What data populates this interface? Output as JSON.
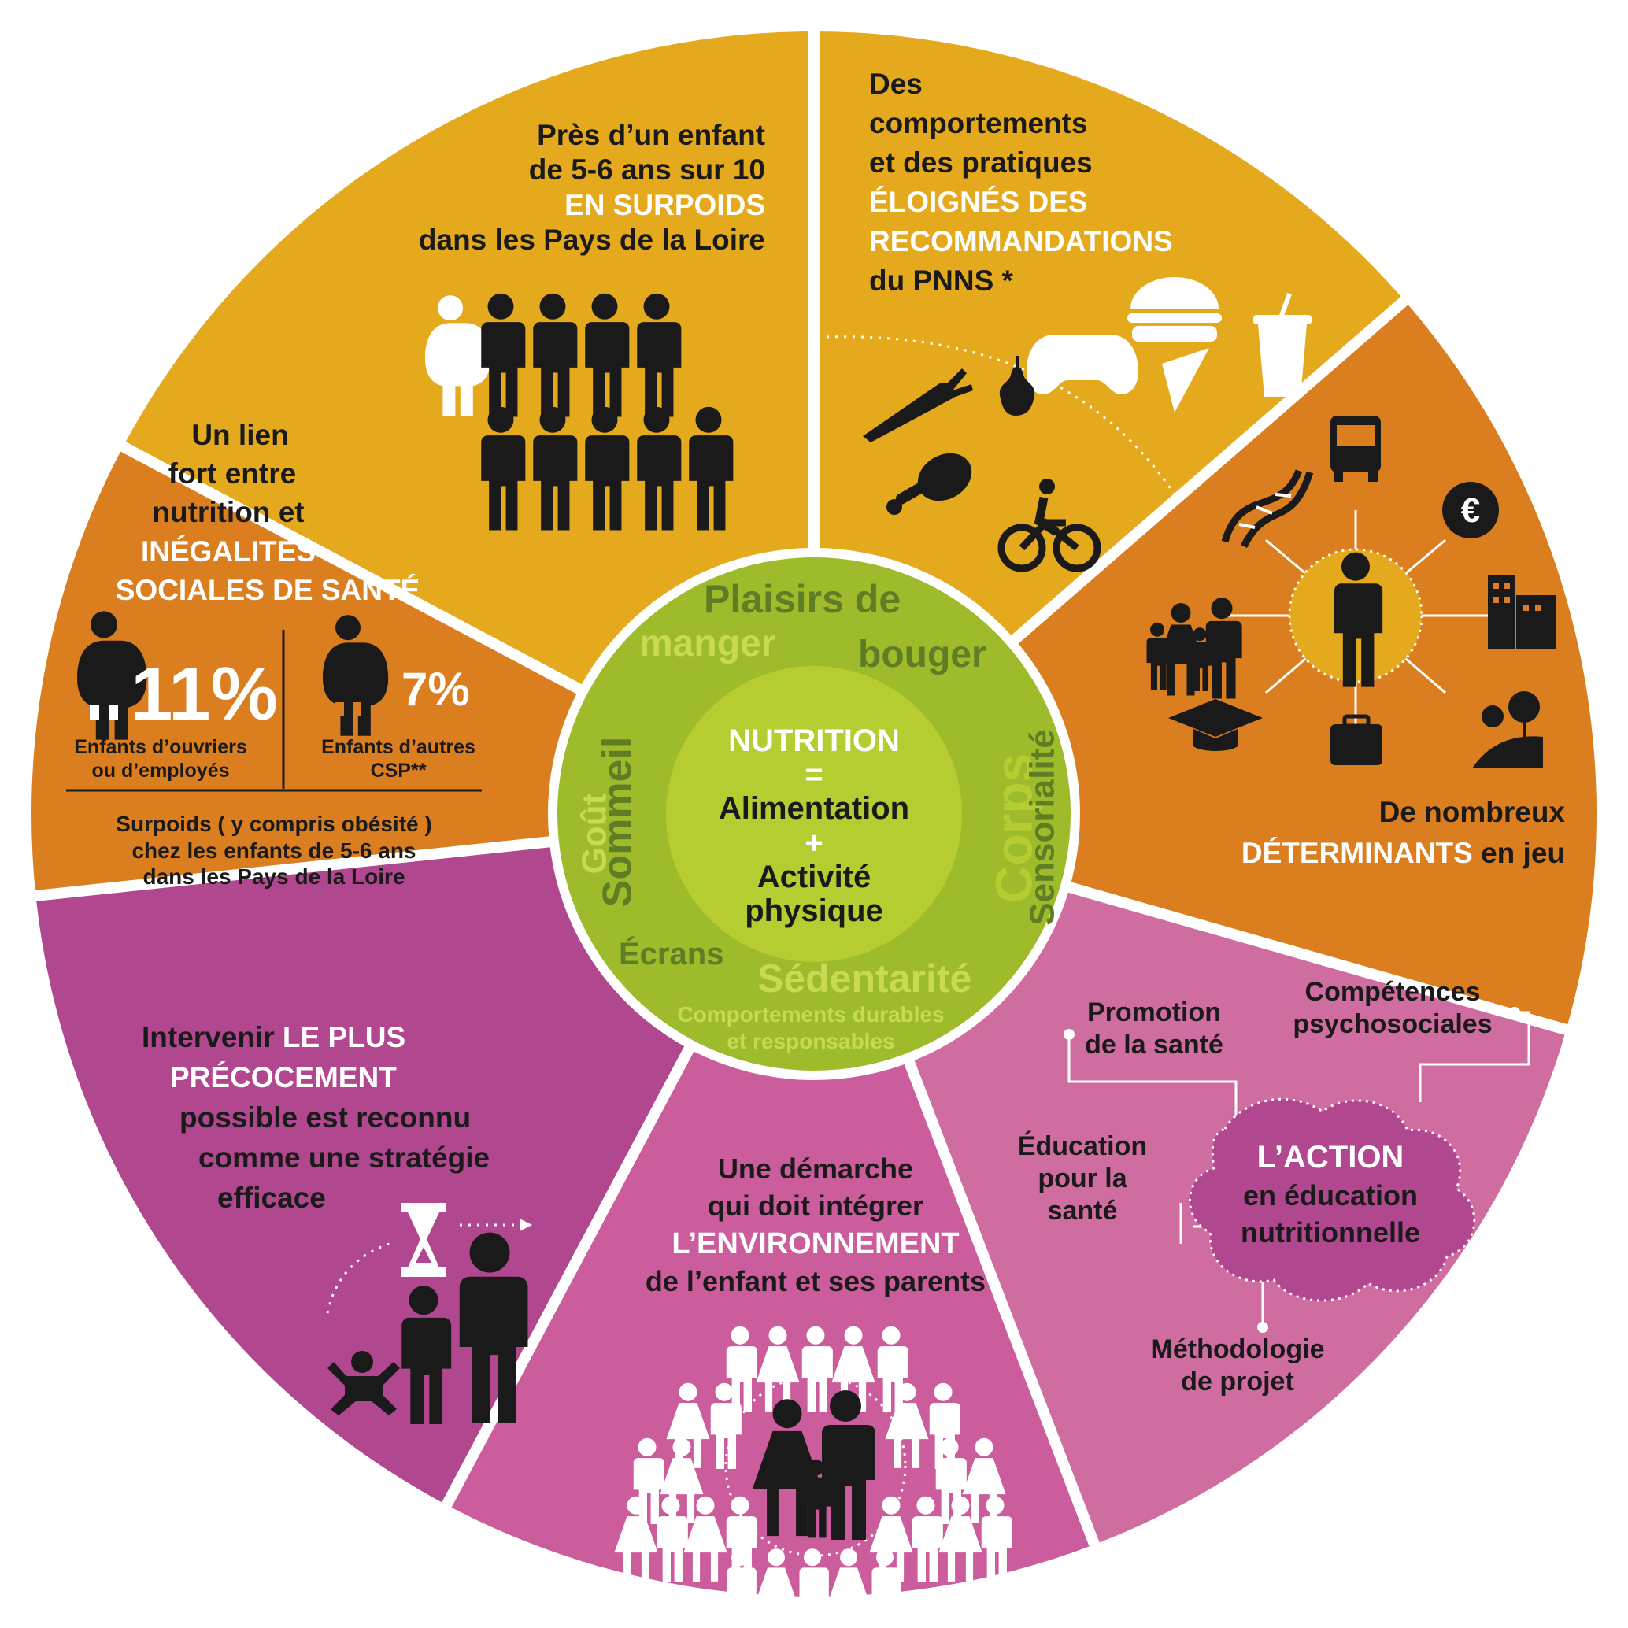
{
  "colors": {
    "gold": "#E5A91E",
    "orange": "#DA7E20",
    "magenta": "#B0478F",
    "pink": "#CC5D9C",
    "rose": "#CF6DA1",
    "green_outer": "#9EBB2C",
    "green_inner": "#B5CD31",
    "accent_white": "#FFFFFF",
    "dark": "#1A1A1A"
  },
  "segments": {
    "surpoids": {
      "lines": [
        "Près d’un enfant",
        "de 5-6 ans sur 10",
        "EN SURPOIDS",
        "dans les Pays de la Loire"
      ],
      "icons": [
        "overweight-child-icon",
        "child-figure-icon"
      ]
    },
    "comportements": {
      "lines": [
        "Des",
        "comportements",
        "et des pratiques",
        "ÉLOIGNÉS DES",
        "RECOMMANDATIONS",
        "du PNNS *"
      ],
      "icons": [
        "game-controller-icon",
        "burger-icon",
        "soda-cup-icon",
        "pizza-slice-icon",
        "carrot-icon",
        "pear-icon",
        "chicken-leg-icon",
        "cyclist-icon"
      ]
    },
    "determinants": {
      "lines": [
        "De nombreux",
        "DÉTERMINANTS en jeu"
      ],
      "icons": [
        "person-icon",
        "bus-icon",
        "euro-icon",
        "buildings-icon",
        "landscape-icon",
        "briefcase-icon",
        "graduation-cap-icon",
        "family-icon",
        "dna-icon"
      ]
    },
    "action": {
      "cloud_lines": [
        "L’ACTION",
        "en éducation",
        "nutritionnelle"
      ],
      "promotion": [
        "Promotion",
        "de la santé"
      ],
      "competences": [
        "Compétences",
        "psychosociales"
      ],
      "education": [
        "Éducation",
        "pour la",
        "santé"
      ],
      "methodologie": [
        "Méthodologie",
        "de projet"
      ]
    },
    "environnement": {
      "lines": [
        "Une démarche",
        "qui doit intégrer",
        "L’ENVIRONNEMENT",
        "de l’enfant et ses parents"
      ],
      "icons": [
        "crowd-icon",
        "family-center-icon"
      ]
    },
    "precocement": {
      "lines": [
        "Intervenir LE PLUS",
        "PRÉCOCEMENT",
        "possible est reconnu",
        "comme une stratégie",
        "efficace"
      ],
      "icons": [
        "hourglass-icon",
        "baby-icon",
        "child-icon",
        "adult-icon"
      ]
    },
    "inegalites": {
      "lines": [
        "Un lien",
        "fort entre",
        "nutrition et",
        "INÉGALITÉS",
        "SOCIALES DE SANTÉ"
      ],
      "stat1_value": "11%",
      "stat1_label": [
        "Enfants d’ouvriers",
        "ou d’employés"
      ],
      "stat2_value": "7%",
      "stat2_label": [
        "Enfants d’autres",
        "CSP**"
      ],
      "footer": [
        "Surpoids ( y compris obésité )",
        "chez les enfants de 5-6 ans",
        "dans les Pays de la Loire"
      ]
    }
  },
  "center": {
    "nutrition": "NUTRITION",
    "equals": "=",
    "alimentation": "Alimentation",
    "plus": "+",
    "activite": "Activité",
    "physique": "physique",
    "ring_words": {
      "plaisirs": "Plaisirs de",
      "manger": "manger",
      "bouger": "bouger",
      "sommeil": "Sommeil",
      "gout": "Goût",
      "corps": "Corps",
      "sensorialite": "Sensorialité",
      "ecrans": "Écrans",
      "sedentarite": "Sédentarité",
      "comportements1": "Comportements durables",
      "comportements2": "et responsables"
    }
  }
}
